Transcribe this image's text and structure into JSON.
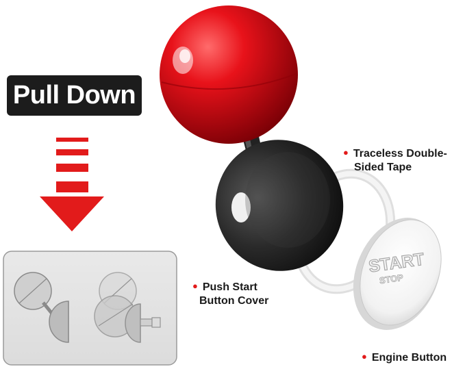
{
  "pull_label": "Pull Down",
  "labels": {
    "tape": [
      "Traceless Double-",
      "Sided Tape"
    ],
    "cover": [
      "Push Start",
      "Button Cover"
    ],
    "engine": "Engine Button"
  },
  "button_text": [
    "START",
    "STOP"
  ],
  "colors": {
    "accent_red": "#e21b1b",
    "knob_red": "#d8141a",
    "cap_black": "#1a1a1a",
    "panel_bg": "#e4e4e4"
  }
}
